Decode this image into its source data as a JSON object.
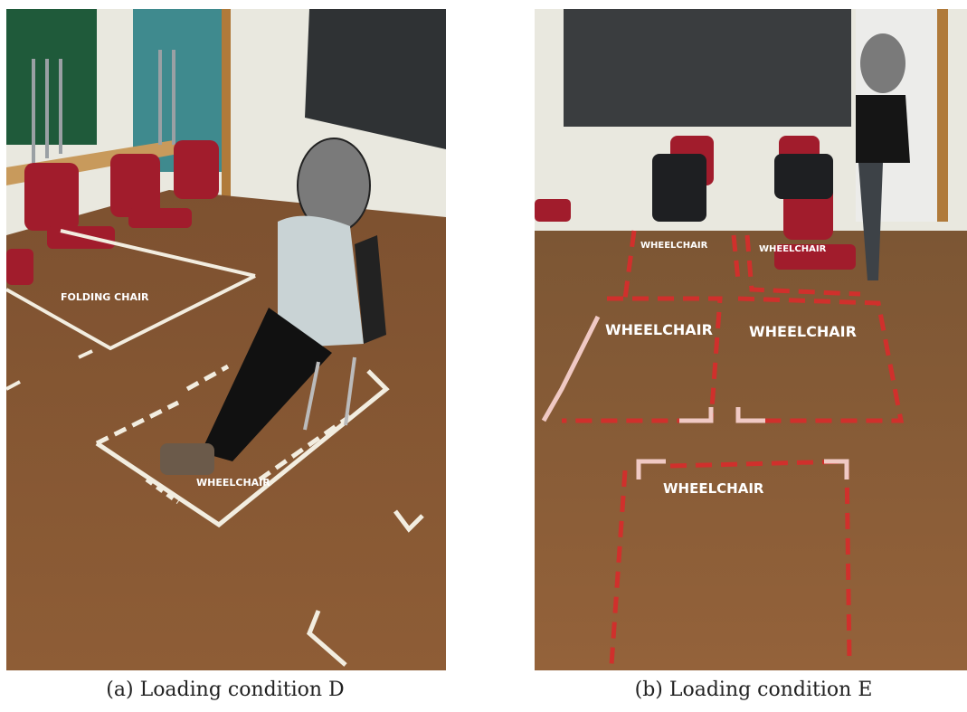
{
  "figure": {
    "panels": [
      {
        "caption": "(a) Loading condition D",
        "floor_labels": [
          "FOLDING CHAIR",
          "WHEELCHAIR"
        ]
      },
      {
        "caption": "(b) Loading condition E",
        "floor_labels": [
          "WHEELCHAIR",
          "WHEELCHAIR",
          "WHEELCHAIR",
          "WHEELCHAIR",
          "WHEELCHAIR"
        ]
      }
    ]
  },
  "colors": {
    "floor": "#8a5a32",
    "wall": "#ecebe3",
    "tape_white": "#f2ede0",
    "tape_red": "#d0302c",
    "chair_red": "#a11c2c",
    "blackboard": "#3a3d3f",
    "face_blur": "#7a7a7a"
  }
}
